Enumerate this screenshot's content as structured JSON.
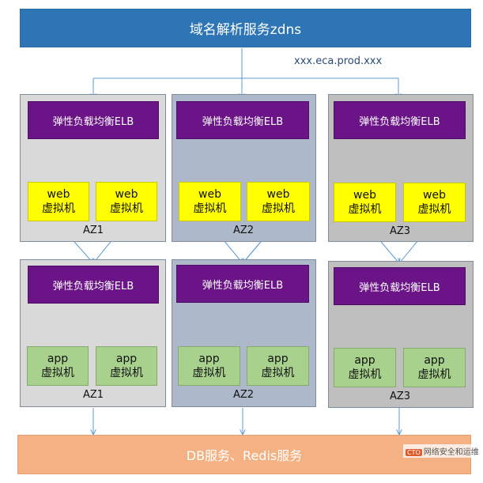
{
  "dns": {
    "label": "域名解析服务zdns",
    "domain": "xxx.eca.prod.xxx"
  },
  "elb_label": "弹性负载均衡ELB",
  "web_lines": [
    "web",
    "虚拟机"
  ],
  "app_lines": [
    "app",
    "虚拟机"
  ],
  "web_tier": {
    "zones": [
      "AZ1",
      "AZ2",
      "AZ3"
    ]
  },
  "app_tier": {
    "zones": [
      "AZ1",
      "AZ2",
      "AZ3"
    ]
  },
  "db": {
    "label": "DB服务、Redis服务"
  },
  "watermark": {
    "logo": "CTO",
    "text": "网络安全和运维"
  },
  "colors": {
    "dns": "#2e75b6",
    "elb": "#6a1487",
    "web": "#ffff00",
    "app": "#a9d18e",
    "db": "#f4b183",
    "arrow": "#5b9bd5"
  }
}
